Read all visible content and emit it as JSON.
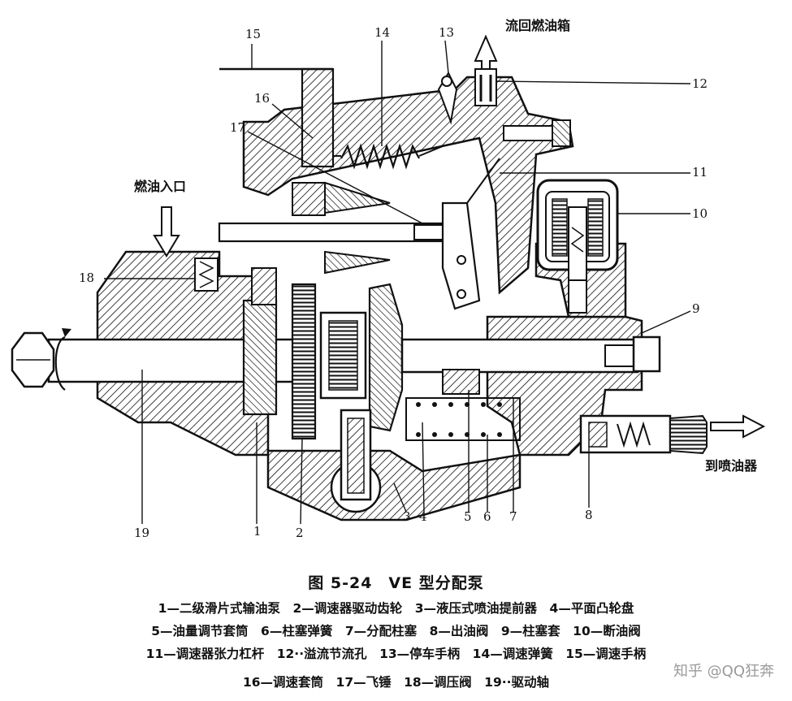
{
  "labels": {
    "n1": "1",
    "n2": "2",
    "n3": "3",
    "n4": "4",
    "n5": "5",
    "n6": "6",
    "n7": "7",
    "n8": "8",
    "n9": "9",
    "n10": "10",
    "n11": "11",
    "n12": "12",
    "n13": "13",
    "n14": "14",
    "n15": "15",
    "n16": "16",
    "n17": "17",
    "n18": "18",
    "n19": "19"
  },
  "callouts": {
    "return": "流回燃油箱",
    "inlet": "燃油入口",
    "injector": "到喷油器"
  },
  "caption": "图 5-24　VE 型分配泵",
  "legend": {
    "row1": "1—二级滑片式输油泵　2—调速器驱动齿轮　3—液压式喷油提前器　4—平面凸轮盘",
    "row2": "5—油量调节套筒　6—柱塞弹簧　7—分配柱塞　8—出油阀　9—柱塞套　10—断油阀",
    "row3": "11—调速器张力杠杆　12··溢流节流孔　13—停车手柄　14—调速弹簧　15—调速手柄",
    "row4": "16—调速套筒　17—飞锤　18—调压阀　19··驱动轴"
  },
  "watermark": "知乎 @QQ狂奔"
}
